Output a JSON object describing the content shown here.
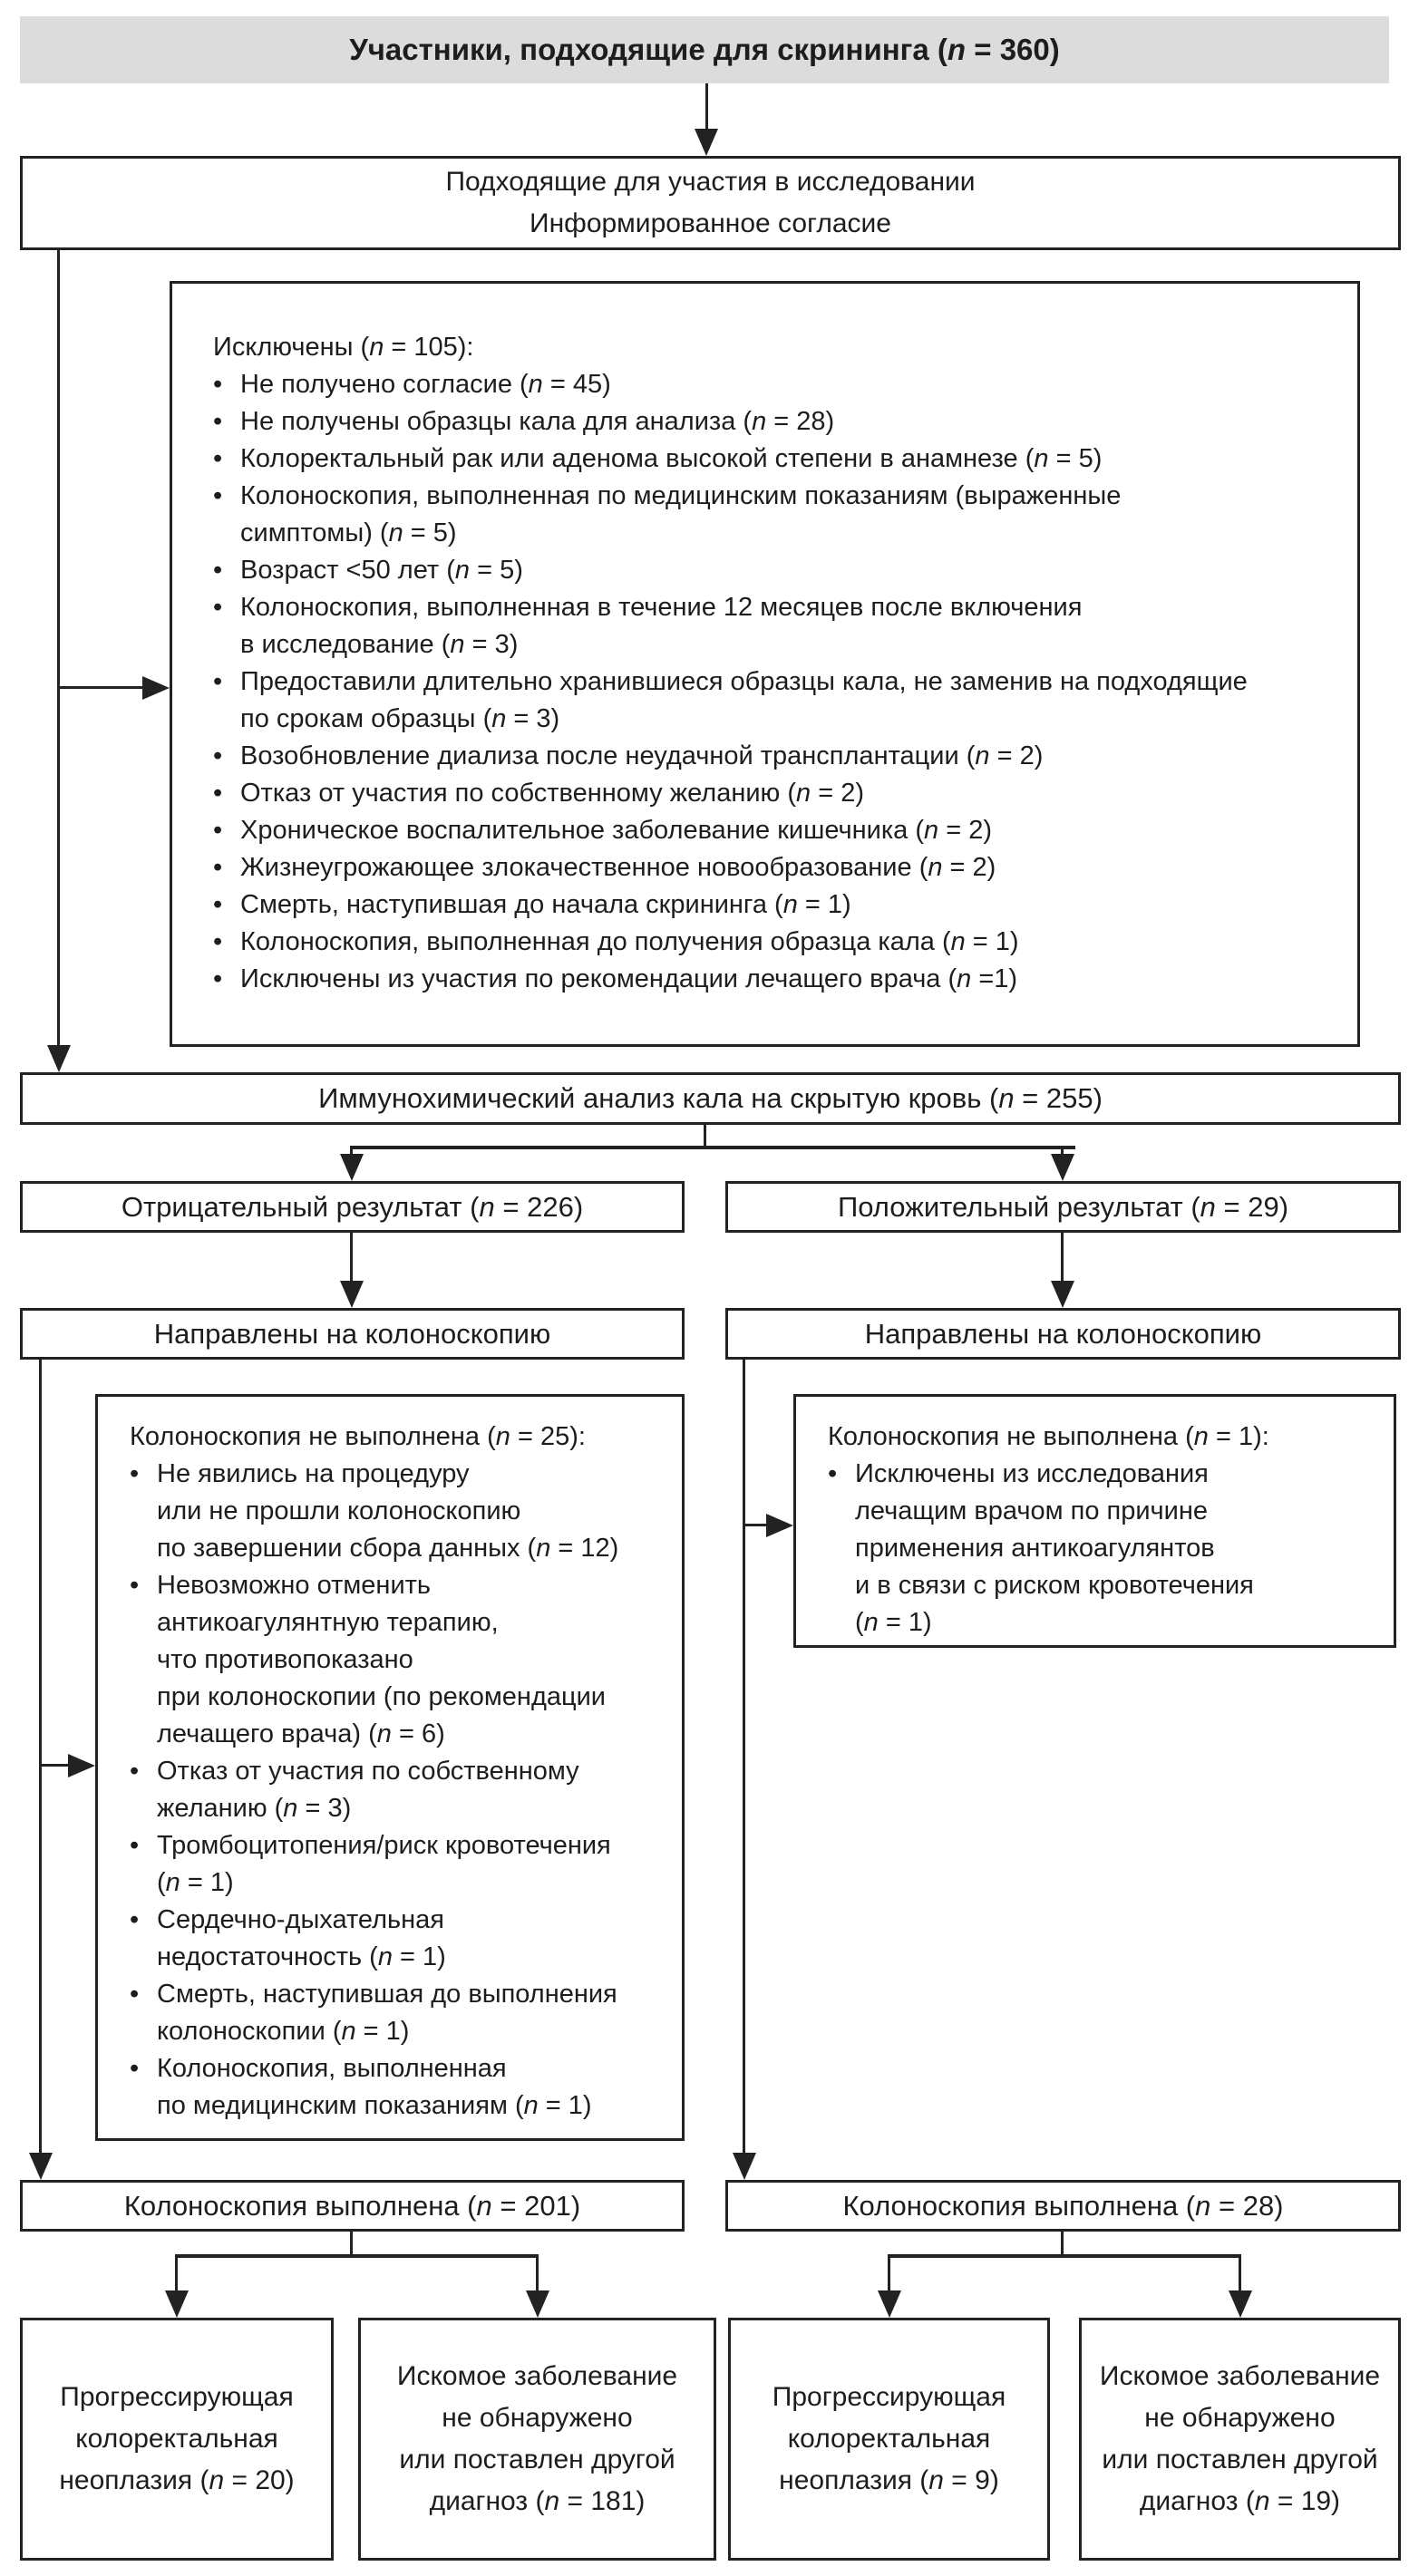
{
  "diagram": {
    "colors": {
      "title_bg": "#dcdcdc",
      "line": "#222222",
      "text": "#1d1d1d"
    },
    "title": "Участники, подходящие для скрининга (n = 360)",
    "eligible": {
      "lines": [
        "Подходящие для участия в исследовании",
        "Информированное согласие"
      ]
    },
    "excluded": {
      "title": "Исключены (n = 105):",
      "items": [
        "Не получено согласие (n = 45)",
        "Не получены образцы кала для анализа (n = 28)",
        "Колоректальный рак или аденома высокой степени в анамнезе (n = 5)",
        "Колоноскопия, выполненная по медицинским показаниям (выраженные\nсимптомы) (n = 5)",
        "Возраст <50 лет (n = 5)",
        "Колоноскопия, выполненная в течение 12 месяцев после включения\nв исследование (n = 3)",
        "Предоставили длительно хранившиеся образцы кала, не заменив на подходящие\nпо срокам образцы (n = 3)",
        "Возобновление диализа после неудачной трансплантации (n = 2)",
        "Отказ от участия по собственному желанию (n = 2)",
        "Хроническое воспалительное заболевание кишечника (n = 2)",
        "Жизнеугрожающее злокачественное новообразование (n = 2)",
        "Смерть, наступившая до начала скрининга (n = 1)",
        "Колоноскопия, выполненная до получения образца кала (n = 1)",
        "Исключены из участия по рекомендации лечащего врача (n =1)"
      ]
    },
    "fit_test": "Иммунохимический анализ кала на скрытую кровь (n = 255)",
    "negative_result": "Отрицательный результат (n = 226)",
    "positive_result": "Положительный результат (n = 29)",
    "referred_left": "Направлены на колоноскопию",
    "referred_right": "Направлены на колоноскопию",
    "not_done_left": {
      "title": "Колоноскопия не выполнена (n = 25):",
      "items": [
        "Не явились на процедуру\nили не прошли колоноскопию\nпо завершении сбора данных (n = 12)",
        "Невозможно отменить\nантикоагулянтную терапию,\nчто противопоказано\nпри колоноскопии (по рекомендации\nлечащего врача) (n = 6)",
        "Отказ от участия по собственному\nжеланию (n = 3)",
        "Тромбоцитопения/риск кровотечения\n(n = 1)",
        "Сердечно-дыхательная\nнедостаточность (n = 1)",
        "Смерть, наступившая до выполнения\nколоноскопии (n = 1)",
        "Колоноскопия, выполненная\nпо медицинским показаниям (n = 1)"
      ]
    },
    "not_done_right": {
      "title": "Колоноскопия не выполнена (n = 1):",
      "items": [
        "Исключены из исследования\nлечащим врачом по причине\nприменения антикоагулянтов\nи в связи с риском кровотечения\n(n = 1)"
      ]
    },
    "done_left": "Колоноскопия выполнена (n = 201)",
    "done_right": "Колоноскопия выполнена (n = 28)",
    "outcome_left_acn": {
      "lines": [
        "Прогрессирующая",
        "колоректальная",
        "неоплазия (n = 20)"
      ]
    },
    "outcome_left_none": {
      "lines": [
        "Искомое заболевание",
        "не обнаружено",
        "или поставлен другой",
        "диагноз (n = 181)"
      ]
    },
    "outcome_right_acn": {
      "lines": [
        "Прогрессирующая",
        "колоректальная",
        "неоплазия (n = 9)"
      ]
    },
    "outcome_right_none": {
      "lines": [
        "Искомое заболевание",
        "не обнаружено",
        "или поставлен другой",
        "диагноз (n = 19)"
      ]
    }
  }
}
